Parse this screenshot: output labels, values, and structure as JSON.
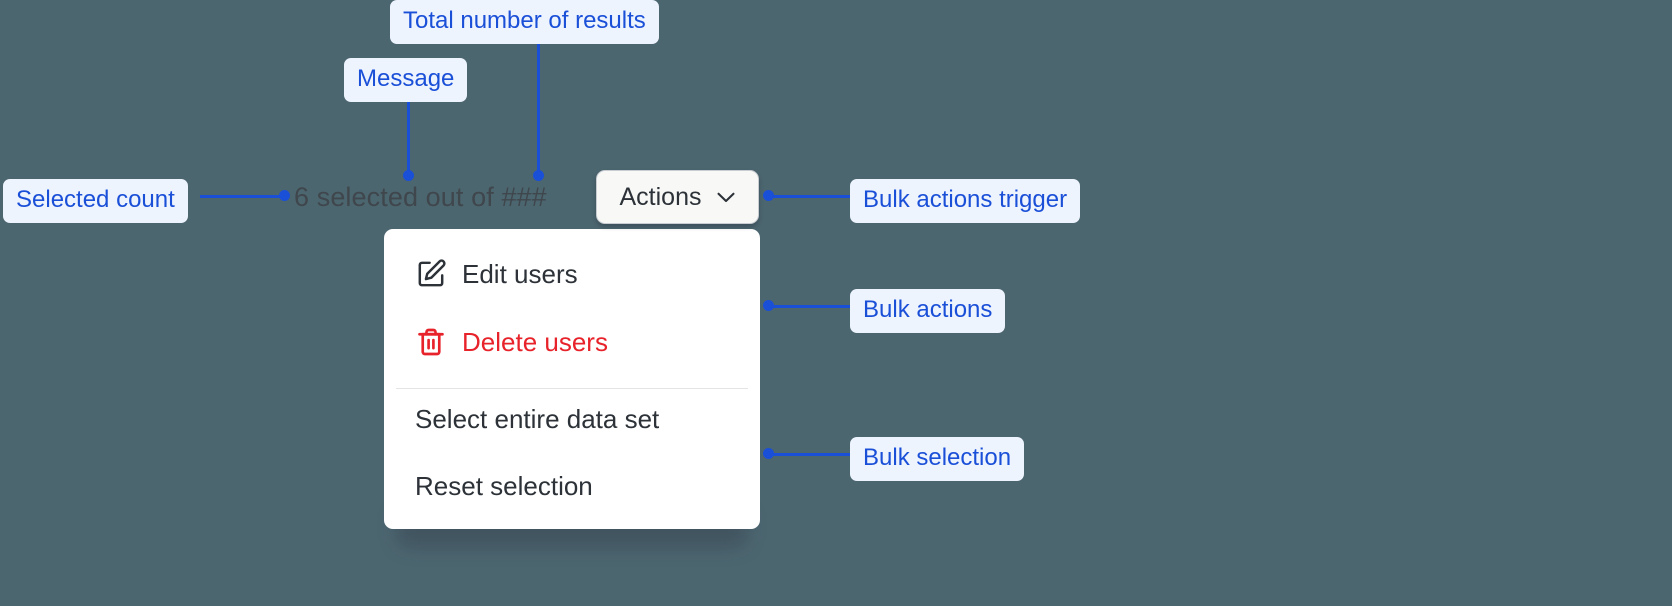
{
  "background_color": "#4c6670",
  "accent_color": "#1a4fd8",
  "chip_background": "#eef4fe",
  "danger_color": "#e8222a",
  "toolbar": {
    "selection_message": "6 selected out of ###",
    "selected_count": "6",
    "total_results_placeholder": "###",
    "actions_button_label": "Actions",
    "actions_button_icon": "chevron-down-icon"
  },
  "menu": {
    "items": [
      {
        "label": "Edit users",
        "icon": "edit-square-icon",
        "variant": "default"
      },
      {
        "label": "Delete users",
        "icon": "trash-icon",
        "variant": "danger"
      },
      {
        "label": "Select entire data set",
        "icon": "",
        "variant": "default"
      },
      {
        "label": "Reset selection",
        "icon": "",
        "variant": "default"
      }
    ]
  },
  "annotations": [
    {
      "id": "total-results",
      "label": "Total number of results"
    },
    {
      "id": "message",
      "label": "Message"
    },
    {
      "id": "selected-count",
      "label": "Selected count"
    },
    {
      "id": "bulk-actions-trigger",
      "label": "Bulk actions trigger"
    },
    {
      "id": "bulk-actions",
      "label": "Bulk actions"
    },
    {
      "id": "bulk-selection",
      "label": "Bulk selection"
    }
  ]
}
